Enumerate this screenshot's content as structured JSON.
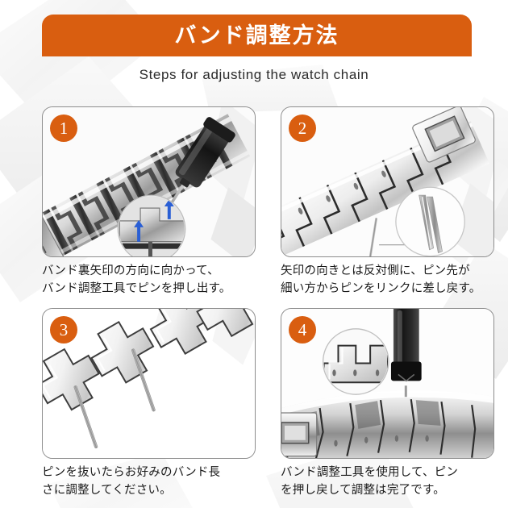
{
  "header": {
    "title": "バンド調整方法",
    "subtitle": "Steps for adjusting the watch chain",
    "banner_color": "#d95e10"
  },
  "panels": [
    {
      "number": "1",
      "badge_color": "#d95e10",
      "art": "watch-band-with-pin-pusher-tool-photo",
      "caption_line1": "バンド裏矢印の方向に向かって、",
      "caption_line2": "バンド調整工具でピンを押し出す。"
    },
    {
      "number": "2",
      "badge_color": "#d95e10",
      "art": "watch-band-with-pin-partially-inserted-photo",
      "caption_line1": "矢印の向きとは反対側に、ピン先が",
      "caption_line2": "細い方からピンをリンクに差し戻す。"
    },
    {
      "number": "3",
      "badge_color": "#d95e10",
      "art": "separated-band-links-and-pins-photo",
      "caption_line1": "ピンを抜いたらお好みのバンド長",
      "caption_line2": "さに調整してください。"
    },
    {
      "number": "4",
      "badge_color": "#d95e10",
      "art": "band-adjust-tool-pressing-pin-photo",
      "caption_line1": "バンド調整工具を使用して、ピン",
      "caption_line2": "を押し戻して調整は完了です。"
    }
  ]
}
